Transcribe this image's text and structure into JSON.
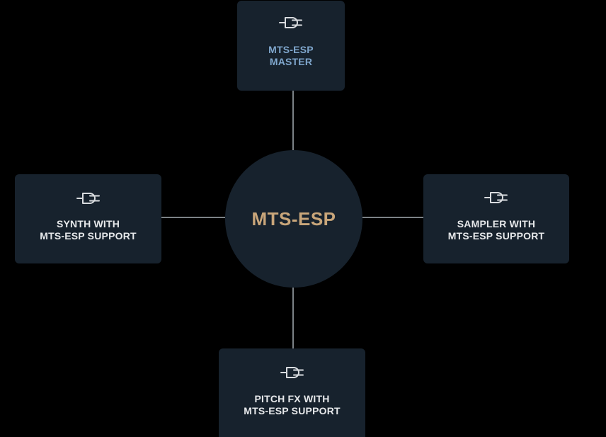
{
  "colors": {
    "background": "#000000",
    "panel": "#17222d",
    "connector": "#7c8287",
    "hub_text": "#c9a67a",
    "master_text": "#7fa6cc",
    "client_text": "#e6e8ea",
    "icon": "#d9dcdf"
  },
  "hub": {
    "label": "MTS-ESP"
  },
  "nodes": {
    "master": {
      "icon": "plug-icon",
      "line1": "MTS-ESP",
      "line2": "MASTER"
    },
    "synth": {
      "icon": "plug-icon",
      "line1": "SYNTH WITH",
      "line2": "MTS-ESP SUPPORT"
    },
    "sampler": {
      "icon": "plug-icon",
      "line1": "SAMPLER WITH",
      "line2": "MTS-ESP SUPPORT"
    },
    "pitchfx": {
      "icon": "plug-icon",
      "line1": "PITCH FX WITH",
      "line2": "MTS-ESP SUPPORT"
    }
  }
}
